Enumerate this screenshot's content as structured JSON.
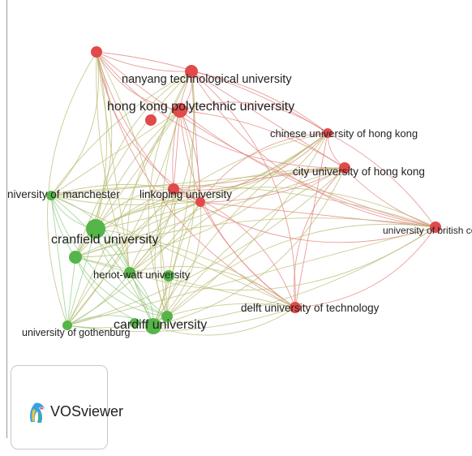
{
  "logo": {
    "text": "VOSviewer"
  },
  "colors": {
    "cluster_red": "#e24a4a",
    "cluster_green": "#55b548",
    "link_red": "#e07d7a",
    "link_green": "#8fca80"
  },
  "nodes": [
    {
      "id": "nanyang",
      "label": "nanyang technological university",
      "cluster": "red"
    },
    {
      "id": "polyu",
      "label": "hong kong polytechnic university",
      "cluster": "red"
    },
    {
      "id": "cuhk",
      "label": "chinese university of hong kong",
      "cluster": "red"
    },
    {
      "id": "cityu",
      "label": "city university of hong kong",
      "cluster": "red"
    },
    {
      "id": "linkoping",
      "label": "linkoping university",
      "cluster": "red"
    },
    {
      "id": "ubc",
      "label": "university of british colu",
      "cluster": "red"
    },
    {
      "id": "delft",
      "label": "delft university of technology",
      "cluster": "red"
    },
    {
      "id": "top",
      "label": "",
      "cluster": "red"
    },
    {
      "id": "red_mid",
      "label": "",
      "cluster": "red"
    },
    {
      "id": "manchester",
      "label": "niversity of manchester",
      "cluster": "green"
    },
    {
      "id": "cranfield",
      "label": "cranfield university",
      "cluster": "green"
    },
    {
      "id": "heriot",
      "label": "heriot-watt university",
      "cluster": "green"
    },
    {
      "id": "cardiff",
      "label": "cardiff university",
      "cluster": "green"
    },
    {
      "id": "gothenburg",
      "label": "university of gothenburg",
      "cluster": "green"
    },
    {
      "id": "g_left",
      "label": "",
      "cluster": "green"
    },
    {
      "id": "g_mid",
      "label": "",
      "cluster": "green"
    }
  ]
}
